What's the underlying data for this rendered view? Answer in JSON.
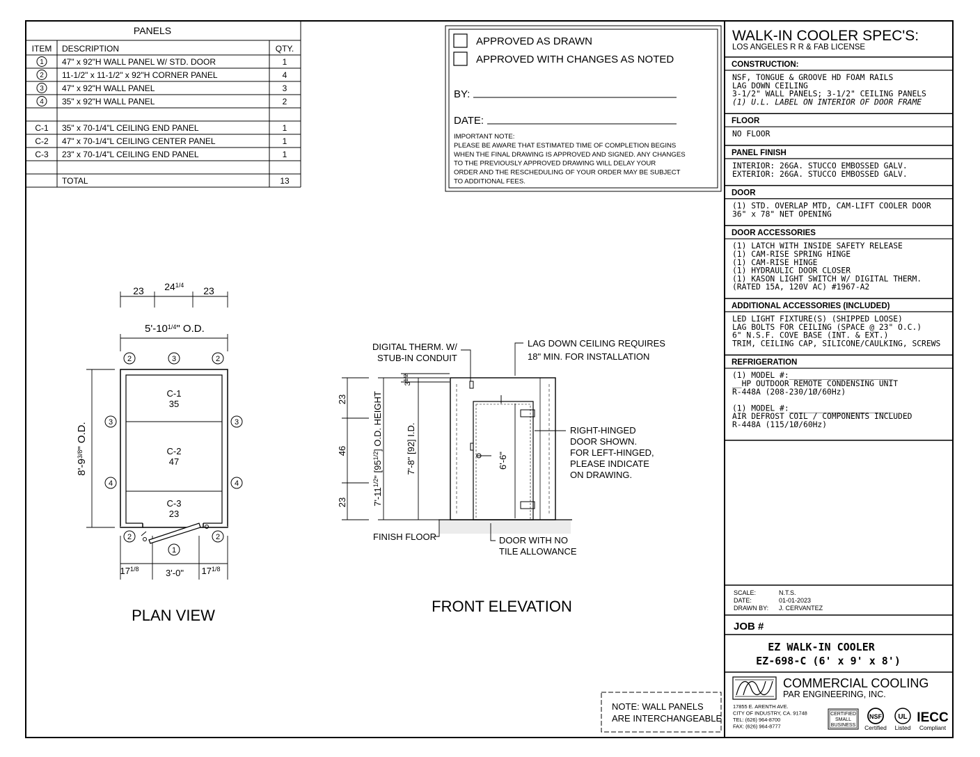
{
  "panels_table": {
    "title": "PANELS",
    "headers": [
      "ITEM",
      "DESCRIPTION",
      "QTY."
    ],
    "rows": [
      {
        "item": "1",
        "desc": "47\" x 92\"H WALL PANEL W/ STD. DOOR",
        "qty": "1",
        "circled": true
      },
      {
        "item": "2",
        "desc": "11-1/2\" x 11-1/2\" x 92\"H CORNER PANEL",
        "qty": "4",
        "circled": true
      },
      {
        "item": "3",
        "desc": "47\" x 92\"H WALL PANEL",
        "qty": "3",
        "circled": true
      },
      {
        "item": "4",
        "desc": "35\" x 92\"H WALL PANEL",
        "qty": "2",
        "circled": true
      },
      {
        "item": "",
        "desc": "",
        "qty": "",
        "circled": false
      },
      {
        "item": "C-1",
        "desc": "35\" x 70-1/4\"L CEILING END PANEL",
        "qty": "1",
        "circled": false
      },
      {
        "item": "C-2",
        "desc": "47\" x 70-1/4\"L CEILING CENTER PANEL",
        "qty": "1",
        "circled": false
      },
      {
        "item": "C-3",
        "desc": "23\" x 70-1/4\"L CEILING END PANEL",
        "qty": "1",
        "circled": false
      },
      {
        "item": "",
        "desc": "",
        "qty": "",
        "circled": false
      }
    ],
    "total_label": "TOTAL",
    "total_qty": "13"
  },
  "approval": {
    "option1": "APPROVED AS DRAWN",
    "option2": "APPROVED WITH CHANGES AS NOTED",
    "by_label": "BY:",
    "date_label": "DATE:",
    "note_lines": [
      "IMPORTANT NOTE:",
      "PLEASE BE AWARE THAT ESTIMATED TIME OF COMPLETION BEGINS",
      "WHEN THE FINAL DRAWING IS APPROVED AND SIGNED. ANY CHANGES",
      "TO THE PREVIOUSLY APPROVED DRAWING WILL DELAY YOUR",
      "ORDER AND THE RESCHEDULING OF YOUR ORDER MAY BE SUBJECT",
      "TO ADDITIONAL FEES."
    ]
  },
  "specs": {
    "title": "WALK-IN COOLER SPEC'S:",
    "subtitle": "LOS ANGELES R R & FAB LICENSE",
    "construction": {
      "heading": "CONSTRUCTION:",
      "lines": [
        "NSF, TONGUE & GROOVE HD FOAM RAILS",
        "LAG DOWN CEILING",
        "3-1/2\" WALL PANELS; 3-1/2\" CEILING PANELS"
      ],
      "italic_line": "(1) U.L. LABEL ON INTERIOR OF DOOR FRAME"
    },
    "floor": {
      "heading": "FLOOR",
      "lines": [
        "NO FLOOR"
      ]
    },
    "panel_finish": {
      "heading": "PANEL FINISH",
      "lines": [
        "INTERIOR: 26GA. STUCCO EMBOSSED GALV.",
        "EXTERIOR: 26GA. STUCCO EMBOSSED GALV."
      ]
    },
    "door": {
      "heading": "DOOR",
      "lines": [
        "(1) STD. OVERLAP MTD, CAM-LIFT COOLER DOOR",
        "      36\" x 78\" NET OPENING"
      ]
    },
    "door_accessories": {
      "heading": "DOOR ACCESSORIES",
      "lines": [
        "(1) LATCH WITH INSIDE SAFETY RELEASE",
        "(1) CAM-RISE SPRING HINGE",
        "(1) CAM-RISE HINGE",
        "(1) HYDRAULIC DOOR CLOSER",
        "(1) KASON LIGHT SWITCH W/ DIGITAL THERM.",
        "      (RATED 15A, 120V AC) #1967-A2"
      ]
    },
    "additional": {
      "heading": "ADDITIONAL ACCESSORIES (INCLUDED)",
      "lines": [
        "LED LIGHT FIXTURE(S) (SHIPPED LOOSE)",
        "LAG BOLTS FOR CEILING (SPACE @ 23\" O.C.)",
        "6\" N.S.F. COVE BASE (INT. & EXT.)",
        "TRIM, CEILING CAP, SILICONE/CAULKING, SCREWS"
      ]
    },
    "refrigeration": {
      "heading": "REFRIGERATION",
      "lines": [
        "(1) MODEL #:______________________",
        "      __HP OUTDOOR REMOTE CONDENSING UNIT",
        "      R-448A (208-230/1Ø/60Hz)",
        "",
        "(1) MODEL #:______________________",
        "      AIR DEFROST COIL / COMPONENTS INCLUDED",
        "      R-448A (115/1Ø/60Hz)"
      ]
    }
  },
  "title_block": {
    "scale_label": "SCALE:",
    "scale_value": "N.T.S.",
    "date_label": "DATE:",
    "date_value": "01-01-2023",
    "drawn_label": "DRAWN BY:",
    "drawn_value": "J. CERVANTEZ",
    "job_label": "JOB #",
    "product_line1": "EZ WALK-IN COOLER",
    "product_line2": "EZ-698-C  (6' x 9' x 8')",
    "company_name": "COMMERCIAL COOLING",
    "company_sub": "PAR ENGINEERING, INC.",
    "address_lines": [
      "17855 E. ARENTH AVE.",
      "CITY OF INDUSTRY, CA. 91748",
      "TEL: (626) 964-8700",
      "FAX: (626) 964-8777"
    ],
    "cert_lines": [
      "CERTIFIED",
      "SMALL",
      "BUSINESS"
    ],
    "nsf_label": "NSF",
    "nsf_caption": "Certified",
    "ul_label": "UL",
    "ul_caption": "Listed",
    "iecc_label": "IECC",
    "iecc_caption": "Compliant"
  },
  "note_box": {
    "line1": "NOTE: WALL PANELS",
    "line2": "ARE INTERCHANGEABLE"
  },
  "plan_view": {
    "label": "PLAN VIEW",
    "dims_top": [
      "23",
      "24",
      "23"
    ],
    "top_mid_frac": "1/4",
    "od_width": "5'-10",
    "od_width_frac": "1/4",
    "od_width_suffix": "\" O.D.",
    "od_depth": "8'-9",
    "od_depth_frac": "3/8",
    "od_depth_suffix": "\" O.D.",
    "dims_bottom_left": "17",
    "dims_bottom_left_frac": "1/8",
    "dims_bottom_mid": "3'-0\"",
    "dims_bottom_right": "17",
    "dims_bottom_right_frac": "1/8",
    "ceiling": [
      {
        "id": "C-1",
        "w": "35"
      },
      {
        "id": "C-2",
        "w": "47"
      },
      {
        "id": "C-3",
        "w": "23"
      }
    ],
    "callouts": [
      "2",
      "3",
      "2",
      "3",
      "3",
      "4",
      "4",
      "2",
      "2",
      "1"
    ]
  },
  "front_elevation": {
    "label": "FRONT ELEVATION",
    "therm_note": [
      "DIGITAL THERM. W/",
      "STUB-IN CONDUIT"
    ],
    "ceiling_note": [
      "LAG DOWN CEILING REQUIRES",
      "18\" MIN. FOR INSTALLATION"
    ],
    "hinge_note": [
      "RIGHT-HINGED",
      "DOOR SHOWN.",
      "FOR LEFT-HINGED,",
      "PLEASE INDICATE",
      "ON DRAWING."
    ],
    "finish_floor": "FINISH FLOOR",
    "door_note": [
      "DOOR WITH NO",
      "TILE ALLOWANCE"
    ],
    "dims_left": [
      "23",
      "46",
      "23"
    ],
    "od_height": "7'-11",
    "od_height_frac": "1/2",
    "od_height_mid": "\" [95",
    "od_height_suffix": "] O.D. HEIGHT",
    "id_height": "7'-8\" [92] I.D.",
    "door_height": "6'-6\"",
    "top_dim": "3",
    "top_dim_frac": "1/2"
  }
}
